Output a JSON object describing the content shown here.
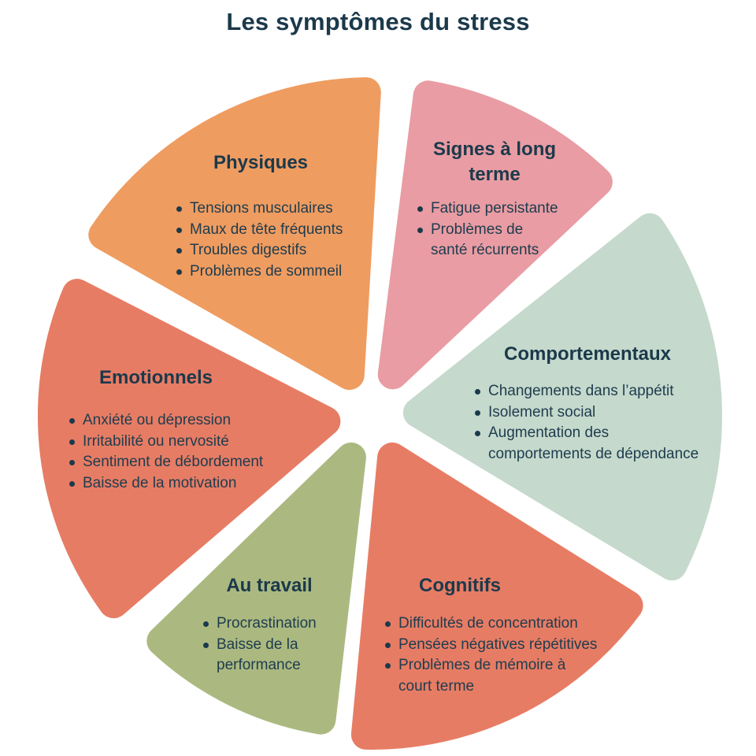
{
  "title": "Les symptômes du stress",
  "palette": {
    "text_ink": "#1b394b",
    "background": "#ffffff"
  },
  "segments": [
    {
      "id": "physiques",
      "label": "Physiques",
      "color": "#EF9C60",
      "items": [
        "Tensions musculaires",
        "Maux de tête fréquents",
        "Troubles digestifs",
        "Problèmes de sommeil"
      ]
    },
    {
      "id": "signes-a-long-terme",
      "label": "Signes à long\nterme",
      "color": "#E99CA3",
      "items": [
        "Fatigue persistante",
        "Problèmes de\nsanté récurrents"
      ]
    },
    {
      "id": "comportementaux",
      "label": "Comportementaux",
      "color": "#C5D9CC",
      "items": [
        "Changements dans l’appétit",
        "Isolement social",
        "Augmentation des\ncomportements de dépendance"
      ]
    },
    {
      "id": "cognitifs",
      "label": "Cognitifs",
      "color": "#E77C64",
      "items": [
        "Difficultés de concentration",
        "Pensées négatives répétitives",
        "Problèmes de mémoire à\ncourt terme"
      ]
    },
    {
      "id": "au-travail",
      "label": "Au travail",
      "color": "#ABB980",
      "items": [
        "Procrastination",
        "Baisse de la\nperformance"
      ]
    },
    {
      "id": "emotionnels",
      "label": "Emotionnels",
      "color": "#E77C64",
      "items": [
        "Anxiété ou dépression",
        "Irritabilité ou nervosité",
        "Sentiment de débordement",
        "Baisse de la motivation"
      ]
    }
  ]
}
